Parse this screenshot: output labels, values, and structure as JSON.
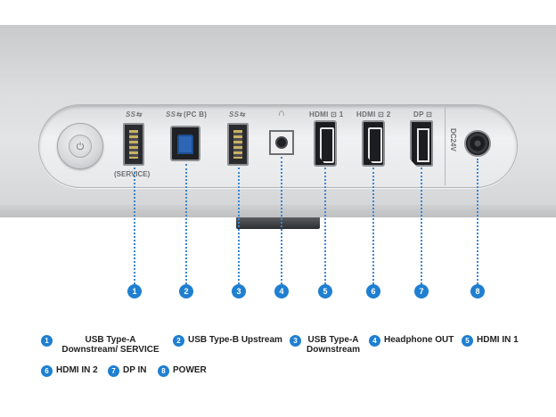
{
  "ports": {
    "usb_symbol": "SS⇆",
    "usb_b_label": "(PC B)",
    "headphone_symbol": "∩",
    "hdmi1_label": "HDMI ⊡ 1",
    "hdmi2_label": "HDMI ⊡ 2",
    "dp_label": "DP ⊡",
    "service_label": "(SERVICE)",
    "dc_label": "DC24V"
  },
  "callouts": [
    "1",
    "2",
    "3",
    "4",
    "5",
    "6",
    "7",
    "8"
  ],
  "legend": [
    {
      "num": "1",
      "text": "USB Type-A Downstream/ SERVICE"
    },
    {
      "num": "2",
      "text": "USB Type-B Upstream"
    },
    {
      "num": "3",
      "text": "USB Type-A Downstream"
    },
    {
      "num": "4",
      "text": "Headphone OUT"
    },
    {
      "num": "5",
      "text": "HDMI IN 1"
    },
    {
      "num": "6",
      "text": "HDMI IN 2"
    },
    {
      "num": "7",
      "text": "DP IN"
    },
    {
      "num": "8",
      "text": "POWER"
    }
  ],
  "colors": {
    "accent": "#1f7fd1",
    "usb_b": "#2d66b5"
  }
}
